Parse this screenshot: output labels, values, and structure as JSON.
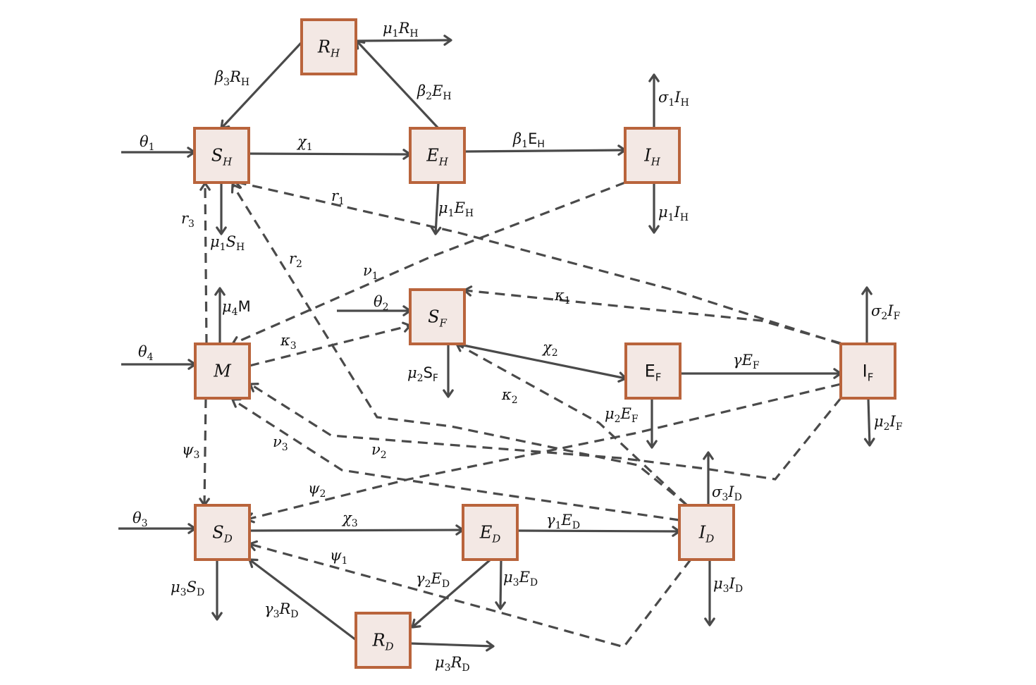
{
  "title": "Compartmental transmission diagram (Human, Fox/Fauna, Dog and M compartments)",
  "colors": {
    "box_fill": "#f3e8e4",
    "box_border": "#b9643c",
    "edge": "#4a4a4a",
    "text": "#111111"
  },
  "nodes": [
    {
      "id": "RH",
      "name": "R",
      "sub": "H",
      "upright": false
    },
    {
      "id": "SH",
      "name": "S",
      "sub": "H",
      "upright": false
    },
    {
      "id": "EH",
      "name": "E",
      "sub": "H",
      "upright": false
    },
    {
      "id": "IH",
      "name": "I",
      "sub": "H",
      "upright": false
    },
    {
      "id": "M",
      "name": "M",
      "sub": "",
      "upright": false
    },
    {
      "id": "SF",
      "name": "S",
      "sub": "F",
      "upright": false
    },
    {
      "id": "EF",
      "name": "E",
      "sub": "F",
      "upright": true
    },
    {
      "id": "IF",
      "name": "I",
      "sub": "F",
      "upright": true
    },
    {
      "id": "SD",
      "name": "S",
      "sub": "D",
      "upright": false
    },
    {
      "id": "ED",
      "name": "E",
      "sub": "D",
      "upright": false
    },
    {
      "id": "ID",
      "name": "I",
      "sub": "D",
      "upright": false
    },
    {
      "id": "RD",
      "name": "R",
      "sub": "D",
      "upright": false
    }
  ],
  "edges": [
    {
      "id": "theta1",
      "from": "",
      "to": "SH",
      "style": "solid",
      "label": {
        "sym": "θ",
        "sub": "1",
        "rest": ""
      }
    },
    {
      "id": "chi1",
      "from": "SH",
      "to": "EH",
      "style": "solid",
      "label": {
        "sym": "χ",
        "sub": "1",
        "rest": ""
      }
    },
    {
      "id": "beta1",
      "from": "EH",
      "to": "IH",
      "style": "solid",
      "label": {
        "sym": "β",
        "sub": "1",
        "rest": "E",
        "rest_sub": "H",
        "rest_upright": true
      }
    },
    {
      "id": "beta2",
      "from": "EH",
      "to": "RH",
      "style": "solid",
      "label": {
        "sym": "β",
        "sub": "2",
        "rest": "E",
        "rest_sub": "H"
      }
    },
    {
      "id": "beta3",
      "from": "RH",
      "to": "SH",
      "style": "solid",
      "label": {
        "sym": "β",
        "sub": "3",
        "rest": "R",
        "rest_sub": "H"
      }
    },
    {
      "id": "mu1RH",
      "from": "RH",
      "to": "",
      "style": "solid",
      "label": {
        "sym": "μ",
        "sub": "1",
        "rest": "R",
        "rest_sub": "H"
      }
    },
    {
      "id": "mu1SH",
      "from": "SH",
      "to": "",
      "style": "solid",
      "label": {
        "sym": "μ",
        "sub": "1",
        "rest": "S",
        "rest_sub": "H"
      }
    },
    {
      "id": "mu1EH",
      "from": "EH",
      "to": "",
      "style": "solid",
      "label": {
        "sym": "μ",
        "sub": "1",
        "rest": "E",
        "rest_sub": "H"
      }
    },
    {
      "id": "mu1IH",
      "from": "IH",
      "to": "",
      "style": "solid",
      "label": {
        "sym": "μ",
        "sub": "1",
        "rest": "I",
        "rest_sub": "H"
      }
    },
    {
      "id": "sigma1",
      "from": "IH",
      "to": "",
      "style": "solid",
      "label": {
        "sym": "σ",
        "sub": "1",
        "rest": "I",
        "rest_sub": "H"
      }
    },
    {
      "id": "r1",
      "from": "IF",
      "to": "SH",
      "style": "dashed",
      "label": {
        "sym": "r",
        "sub": "1",
        "rest": ""
      }
    },
    {
      "id": "r2",
      "from": "ID",
      "to": "SH",
      "style": "dashed",
      "label": {
        "sym": "r",
        "sub": "2",
        "rest": ""
      }
    },
    {
      "id": "r3",
      "from": "M",
      "to": "SH",
      "style": "dashed",
      "label": {
        "sym": "r",
        "sub": "3",
        "rest": ""
      }
    },
    {
      "id": "nu1",
      "from": "IH",
      "to": "M",
      "style": "dashed",
      "label": {
        "sym": "ν",
        "sub": "1",
        "rest": ""
      }
    },
    {
      "id": "nu2",
      "from": "IF",
      "to": "M",
      "style": "dashed",
      "label": {
        "sym": "ν",
        "sub": "2",
        "rest": ""
      }
    },
    {
      "id": "nu3",
      "from": "ID",
      "to": "M",
      "style": "dashed",
      "label": {
        "sym": "ν",
        "sub": "3",
        "rest": ""
      }
    },
    {
      "id": "theta4",
      "from": "",
      "to": "M",
      "style": "solid",
      "label": {
        "sym": "θ",
        "sub": "4",
        "rest": ""
      }
    },
    {
      "id": "mu4M",
      "from": "M",
      "to": "",
      "style": "solid",
      "label": {
        "sym": "μ",
        "sub": "4",
        "rest": "M",
        "rest_upright": true
      }
    },
    {
      "id": "theta2",
      "from": "",
      "to": "SF",
      "style": "solid",
      "label": {
        "sym": "θ",
        "sub": "2",
        "rest": ""
      }
    },
    {
      "id": "kappa1",
      "from": "IF",
      "to": "SF",
      "style": "dashed",
      "label": {
        "sym": "κ",
        "sub": "1",
        "rest": ""
      }
    },
    {
      "id": "kappa2",
      "from": "ID",
      "to": "SF",
      "style": "dashed",
      "label": {
        "sym": "κ",
        "sub": "2",
        "rest": ""
      }
    },
    {
      "id": "kappa3",
      "from": "M",
      "to": "SF",
      "style": "dashed",
      "label": {
        "sym": "κ",
        "sub": "3",
        "rest": ""
      }
    },
    {
      "id": "chi2",
      "from": "SF",
      "to": "EF",
      "style": "solid",
      "label": {
        "sym": "χ",
        "sub": "2",
        "rest": ""
      }
    },
    {
      "id": "mu2SF",
      "from": "SF",
      "to": "",
      "style": "solid",
      "label": {
        "sym": "μ",
        "sub": "2",
        "rest": "S",
        "rest_sub": "F",
        "rest_upright": true
      }
    },
    {
      "id": "gammaEF",
      "from": "EF",
      "to": "IF",
      "style": "solid",
      "label": {
        "sym": "γ",
        "sub": "",
        "rest": "E",
        "rest_sub": "F"
      }
    },
    {
      "id": "mu2EF",
      "from": "EF",
      "to": "",
      "style": "solid",
      "label": {
        "sym": "μ",
        "sub": "2",
        "rest": "E",
        "rest_sub": "F"
      }
    },
    {
      "id": "sigma2",
      "from": "IF",
      "to": "",
      "style": "solid",
      "label": {
        "sym": "σ",
        "sub": "2",
        "rest": "I",
        "rest_sub": "F"
      }
    },
    {
      "id": "mu2IF",
      "from": "IF",
      "to": "",
      "style": "solid",
      "label": {
        "sym": "μ",
        "sub": "2",
        "rest": "I",
        "rest_sub": "F"
      }
    },
    {
      "id": "psi3",
      "from": "M",
      "to": "SD",
      "style": "dashed",
      "label": {
        "sym": "ψ",
        "sub": "3",
        "rest": ""
      }
    },
    {
      "id": "psi2",
      "from": "IF",
      "to": "SD",
      "style": "dashed",
      "label": {
        "sym": "ψ",
        "sub": "2",
        "rest": ""
      }
    },
    {
      "id": "psi1",
      "from": "ID",
      "to": "SD",
      "style": "dashed",
      "label": {
        "sym": "ψ",
        "sub": "1",
        "rest": ""
      }
    },
    {
      "id": "theta3",
      "from": "",
      "to": "SD",
      "style": "solid",
      "label": {
        "sym": "θ",
        "sub": "3",
        "rest": ""
      }
    },
    {
      "id": "chi3",
      "from": "SD",
      "to": "ED",
      "style": "solid",
      "label": {
        "sym": "χ",
        "sub": "3",
        "rest": ""
      }
    },
    {
      "id": "gamma1",
      "from": "ED",
      "to": "ID",
      "style": "solid",
      "label": {
        "sym": "γ",
        "sub": "1",
        "rest": "E",
        "rest_sub": "D"
      }
    },
    {
      "id": "gamma2",
      "from": "ED",
      "to": "RD",
      "style": "solid",
      "label": {
        "sym": "γ",
        "sub": "2",
        "rest": "E",
        "rest_sub": "D"
      }
    },
    {
      "id": "gamma3",
      "from": "RD",
      "to": "SD",
      "style": "solid",
      "label": {
        "sym": "γ",
        "sub": "3",
        "rest": "R",
        "rest_sub": "D"
      }
    },
    {
      "id": "mu3SD",
      "from": "SD",
      "to": "",
      "style": "solid",
      "label": {
        "sym": "μ",
        "sub": "3",
        "rest": "S",
        "rest_sub": "D"
      }
    },
    {
      "id": "mu3ED",
      "from": "ED",
      "to": "",
      "style": "solid",
      "label": {
        "sym": "μ",
        "sub": "3",
        "rest": "E",
        "rest_sub": "D"
      }
    },
    {
      "id": "mu3ID",
      "from": "ID",
      "to": "",
      "style": "solid",
      "label": {
        "sym": "μ",
        "sub": "3",
        "rest": "I",
        "rest_sub": "D"
      }
    },
    {
      "id": "sigma3",
      "from": "ID",
      "to": "",
      "style": "solid",
      "label": {
        "sym": "σ",
        "sub": "3",
        "rest": "I",
        "rest_sub": "D"
      }
    },
    {
      "id": "mu3RD",
      "from": "RD",
      "to": "",
      "style": "solid",
      "label": {
        "sym": "μ",
        "sub": "3",
        "rest": "R",
        "rest_sub": "D"
      }
    }
  ]
}
